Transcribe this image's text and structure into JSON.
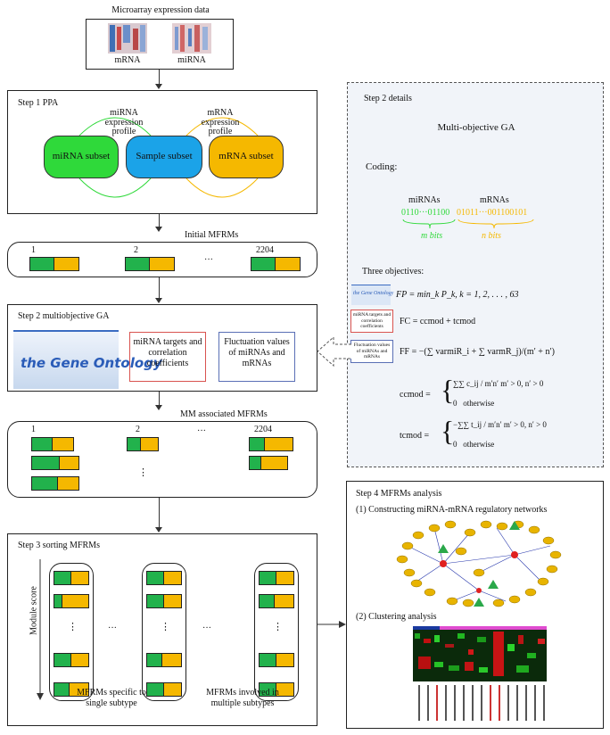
{
  "top": {
    "title": "Microarray expression data",
    "mrna_label": "mRNA",
    "mirna_label": "miRNA"
  },
  "step1": {
    "title": "Step 1 PPA",
    "mirna_subset": "miRNA subset",
    "sample_subset": "Sample subset",
    "mrna_subset": "mRNA subset",
    "mirna_profile": "miRNA expression profile",
    "mrna_profile": "mRNA expression profile",
    "colors": {
      "mirna": "#2fd93a",
      "sample": "#1ba3e8",
      "mrna": "#f5b800"
    }
  },
  "initial": {
    "title": "Initial MFRMs",
    "n1": "1",
    "n2": "2",
    "dots": "···",
    "nlast": "2204"
  },
  "step2": {
    "title": "Step 2 multiobjective GA",
    "go_text": "the Gene Ontology",
    "targets_text": "miRNA targets and correlation coefficients",
    "fluct_text": "Fluctuation values of miRNAs and mRNAs"
  },
  "mm": {
    "title": "MM associated MFRMs",
    "n1": "1",
    "n2": "2",
    "dots": "···",
    "nlast": "2204",
    "vdots": "⋮"
  },
  "step3": {
    "title": "Step 3 sorting MFRMs",
    "axis_label": "Module score",
    "dots": "···",
    "vdots": "⋮",
    "specific": "MFRMs specific to single subtype",
    "multiple": "MFRMs involved in multiple subtypes"
  },
  "details": {
    "title": "Step 2 details",
    "subtitle": "Multi-objective GA",
    "coding": "Coding:",
    "mirnas": "miRNAs",
    "mrnas": "mRNAs",
    "bits_green": "0110···01100",
    "bits_yellow": "01011···001100101",
    "m_bits": "m bits",
    "n_bits": "n bits",
    "three": "Three objectives:",
    "fp": "FP = min_k P_k, k = 1, 2, . . . , 63",
    "fc": "FC = ccmod + tcmod",
    "ff": "FF = −(∑ varmiR_i + ∑ varmR_j)/(m′ + n′)",
    "ccmod": "ccmod =",
    "ccmod_case1": "∑∑ c_ij / m′n′   m′ > 0, n′ > 0",
    "ccmod_case2": "0   otherwise",
    "tcmod": "tcmod =",
    "tcmod_case1": "−∑∑ t_ij / m′n′   m′ > 0, n′ > 0",
    "tcmod_case2": "0   otherwise",
    "mini_go": "the Gene Ontology",
    "mini_targets": "miRNA targets and correlation coefficients",
    "mini_fluct": "Fluctuation values of miRNAs and mRNAs"
  },
  "step4": {
    "title": "Step 4 MFRMs analysis",
    "sub1": "(1) Constructing miRNA-mRNA regulatory networks",
    "sub2": "(2) Clustering analysis"
  }
}
